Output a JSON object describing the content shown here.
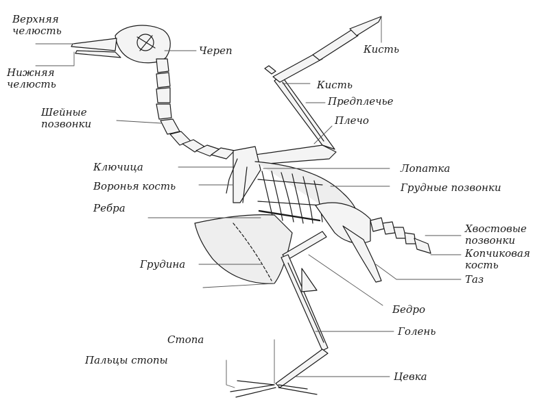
{
  "labels": {
    "upper_jaw": "Верхняя челюсть",
    "lower_jaw": "Нижняя челюсть",
    "cervical": "Шейные позвонки",
    "skull": "Череп",
    "hand_top": "Кисть",
    "hand": "Кисть",
    "forearm": "Предплечье",
    "humerus": "Плечо",
    "clavicle": "Ключица",
    "coracoid": "Воронья кость",
    "ribs": "Ребра",
    "sternum": "Грудина",
    "scapula": "Лопатка",
    "thoracic": "Грудные позвонки",
    "caudal": "Хвостовые позвонки",
    "pygostyle": "Копчиковая кость",
    "pelvis": "Таз",
    "femur": "Бедро",
    "tibia": "Голень",
    "foot": "Стопа",
    "toes": "Пальцы стопы",
    "tarsus": "Цевка"
  },
  "colors": {
    "ink": "#1a1a1a",
    "bone_fill": "#f4f4f4",
    "shade": "#dcdcdc"
  }
}
